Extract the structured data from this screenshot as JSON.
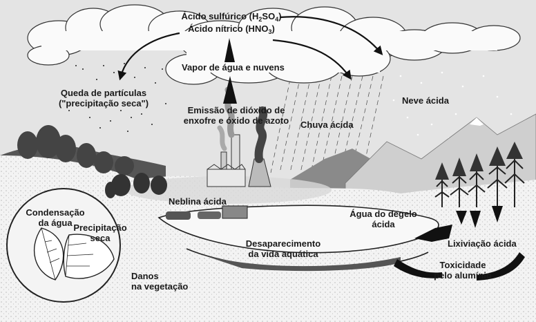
{
  "labels": {
    "acid_sulfuric": "Ácido sulfúrico (H",
    "acid_sulfuric_sub": "2",
    "acid_sulfuric_mid": "SO",
    "acid_sulfuric_sub2": "4",
    "acid_sulfuric_end": ")",
    "acid_nitric": "Ácido nítrico (HNO",
    "acid_nitric_sub": "3",
    "acid_nitric_end": ")",
    "water_vapor": "Vapor de água e nuvens",
    "dry_fall_1": "Queda de partículas",
    "dry_fall_2": "(\"precipitação seca\")",
    "emission_1": "Emissão de dióxido de",
    "emission_2": "enxofre e óxido de azoto",
    "acid_rain": "Chuva ácida",
    "acid_snow": "Neve ácida",
    "acid_fog": "Neblina ácida",
    "meltwater_1": "Água do degelo",
    "meltwater_2": "ácida",
    "aquatic_1": "Desaparecimento",
    "aquatic_2": "da vida aquática",
    "leaching": "Lixiviação ácida",
    "toxicity_1": "Toxicidade",
    "toxicity_2": "pelo alumínio",
    "condensation_1": "Condensação",
    "condensation_2": "da água",
    "dry_precip_1": "Precipitação",
    "dry_precip_2": "seca",
    "damage_1": "Danos",
    "damage_2": "na vegetação"
  },
  "colors": {
    "sky": "#e4e4e4",
    "cloud": "#fafafa",
    "ground": "#f1f1f1",
    "ink": "#1a1a1a"
  }
}
